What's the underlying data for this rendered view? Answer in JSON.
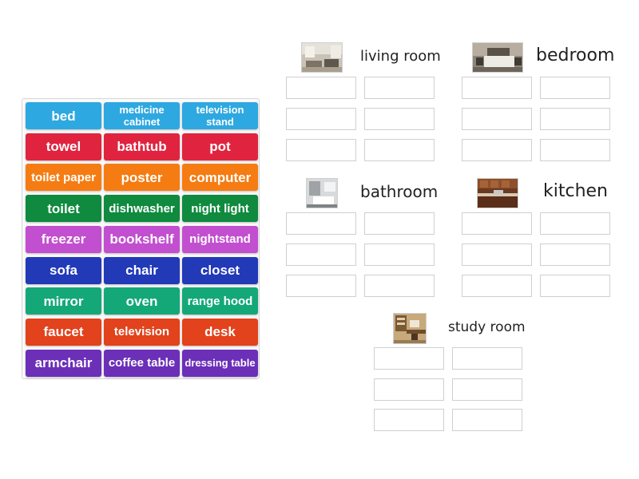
{
  "word_bank": [
    {
      "text": "bed",
      "color": "#2ea8e0"
    },
    {
      "text": "medicine cabinet",
      "color": "#2ea8e0"
    },
    {
      "text": "television stand",
      "color": "#2ea8e0"
    },
    {
      "text": "towel",
      "color": "#e0243f"
    },
    {
      "text": "bathtub",
      "color": "#e0243f"
    },
    {
      "text": "pot",
      "color": "#e0243f"
    },
    {
      "text": "toilet paper",
      "color": "#f57c12"
    },
    {
      "text": "poster",
      "color": "#f57c12"
    },
    {
      "text": "computer",
      "color": "#f57c12"
    },
    {
      "text": "toilet",
      "color": "#0f8a3e"
    },
    {
      "text": "dishwasher",
      "color": "#0f8a3e"
    },
    {
      "text": "night light",
      "color": "#0f8a3e"
    },
    {
      "text": "freezer",
      "color": "#c24fcf"
    },
    {
      "text": "bookshelf",
      "color": "#c24fcf"
    },
    {
      "text": "nightstand",
      "color": "#c24fcf"
    },
    {
      "text": "sofa",
      "color": "#2239b8"
    },
    {
      "text": "chair",
      "color": "#2239b8"
    },
    {
      "text": "closet",
      "color": "#2239b8"
    },
    {
      "text": "mirror",
      "color": "#14a878"
    },
    {
      "text": "oven",
      "color": "#14a878"
    },
    {
      "text": "range hood",
      "color": "#14a878"
    },
    {
      "text": "faucet",
      "color": "#e2421c"
    },
    {
      "text": "television",
      "color": "#e2421c"
    },
    {
      "text": "desk",
      "color": "#e2421c"
    },
    {
      "text": "armchair",
      "color": "#6b2fb8"
    },
    {
      "text": "coffee table",
      "color": "#6b2fb8"
    },
    {
      "text": "dressing table",
      "color": "#6b2fb8"
    }
  ],
  "groups": [
    {
      "title": "living room",
      "image": "living-room-photo"
    },
    {
      "title": "bedroom",
      "image": "bedroom-photo"
    },
    {
      "title": "bathroom",
      "image": "bathroom-photo"
    },
    {
      "title": "kitchen",
      "image": "kitchen-photo"
    },
    {
      "title": "study room",
      "image": "study-room-photo"
    }
  ]
}
